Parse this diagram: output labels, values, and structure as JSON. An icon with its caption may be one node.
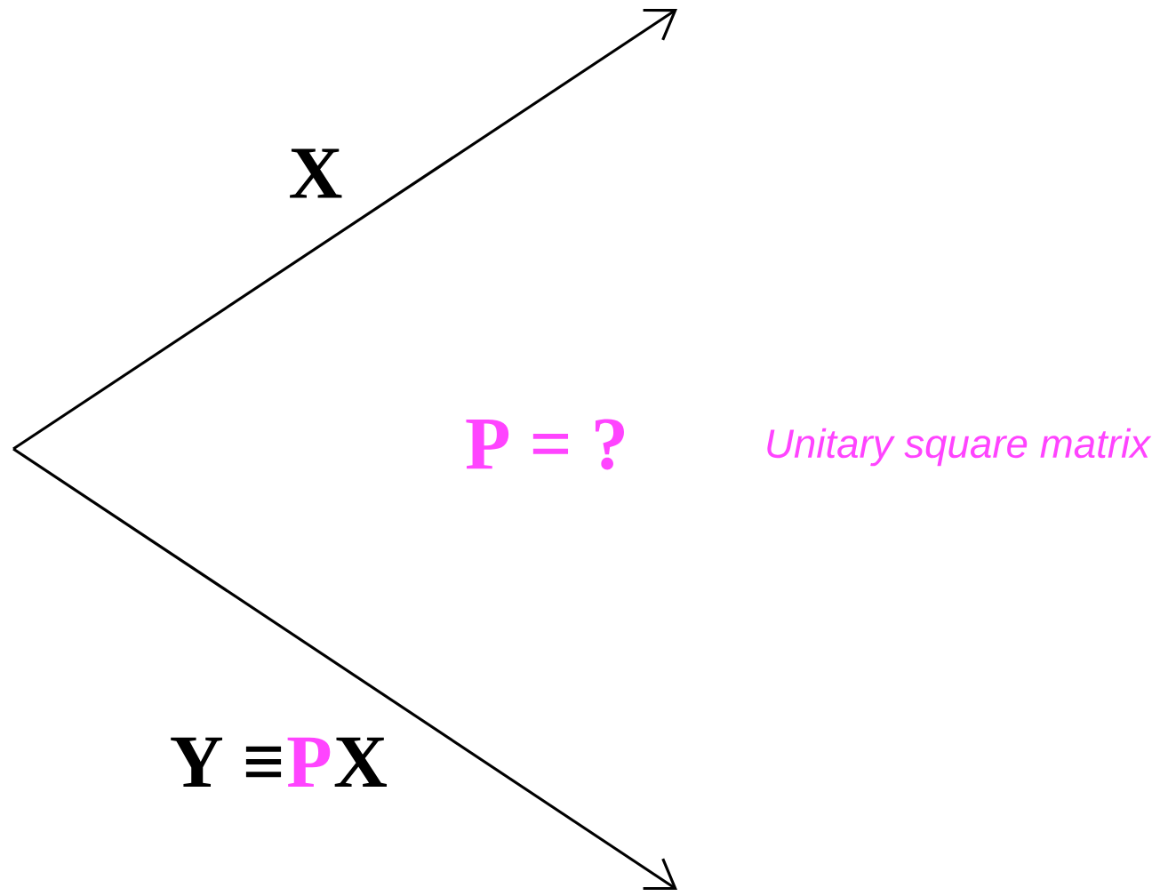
{
  "diagram": {
    "labels": [
      "X",
      "P = ?",
      "Unitary square matrix",
      "Y ≡",
      "P",
      "X"
    ]
  }
}
